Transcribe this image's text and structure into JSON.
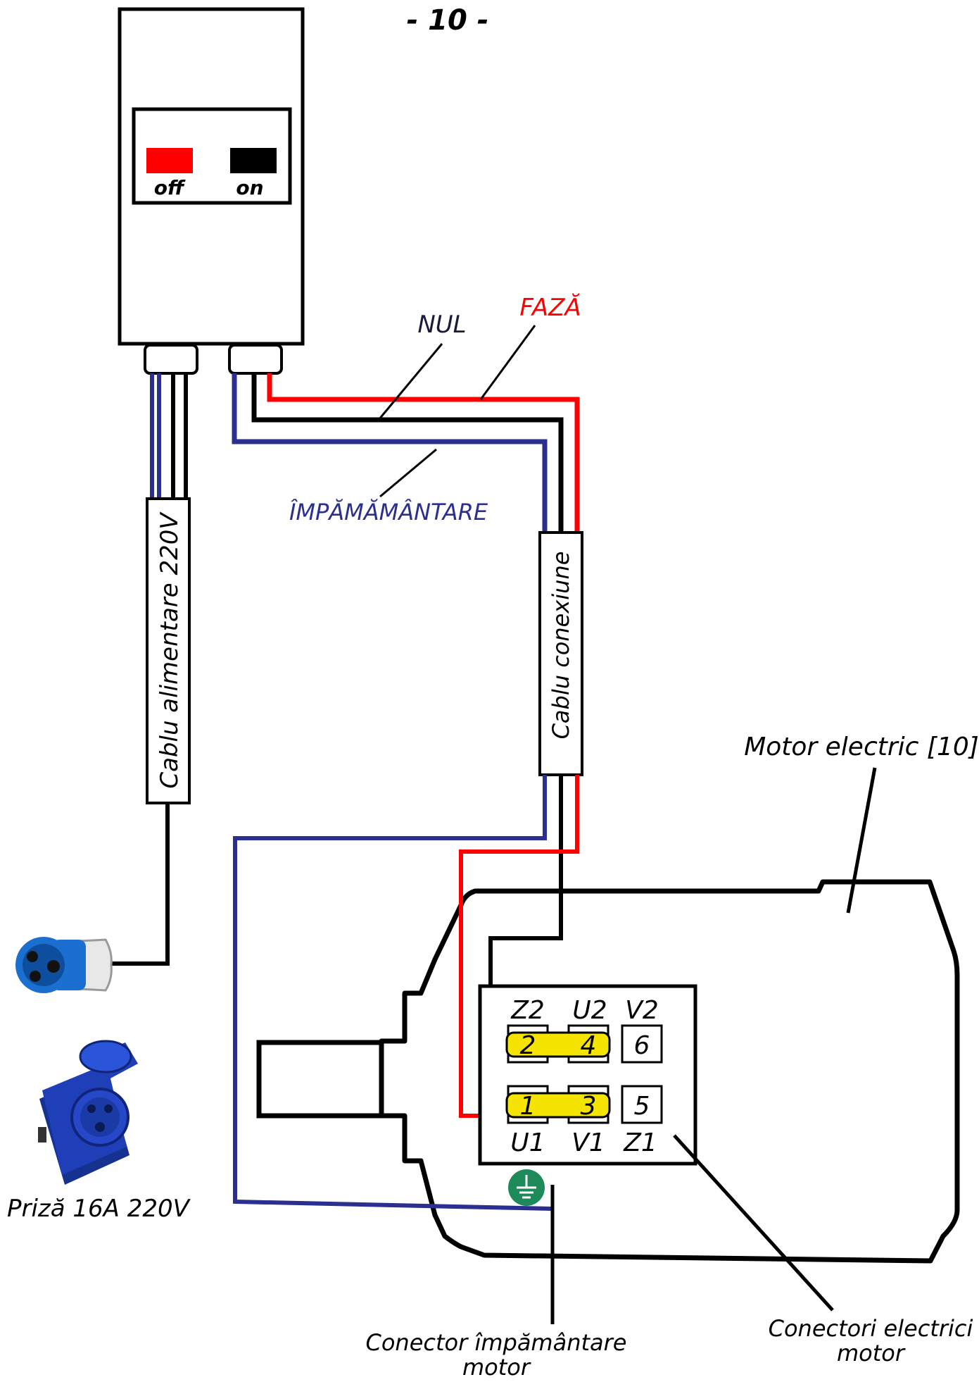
{
  "page_number": "- 10 -",
  "switch_box": {
    "off_label": "off",
    "on_label": "on",
    "off_color": "#ff0000",
    "on_color": "#000000"
  },
  "wires": {
    "nul_label": "NUL",
    "faza_label": "FAZĂ",
    "impamantare_label": "ÎMPĂMĂMÂNTARE",
    "nul_color": "#000000",
    "faza_color": "#ff0000",
    "impamantare_color": "#2b2f8f"
  },
  "cables": {
    "power_cable_label": "Cablu alimentare 220V",
    "connection_cable_label": "Cablu conexiune"
  },
  "plug": {
    "socket_label": "Priză 16A 220V",
    "plug_color": "#1a6fd0",
    "socket_color": "#1f3fb8"
  },
  "motor": {
    "title": "Motor electric [10]",
    "terminals_top_labels": [
      "Z2",
      "U2",
      "V2"
    ],
    "terminals_top_numbers": [
      "2",
      "4",
      "6"
    ],
    "terminals_bottom_numbers": [
      "1",
      "3",
      "5"
    ],
    "terminals_bottom_labels": [
      "U1",
      "V1",
      "Z1"
    ],
    "bridge_color": "#f5e400",
    "ground_symbol_color": "#1e8a5a"
  },
  "callouts": {
    "ground_connector_line1": "Conector împământare",
    "ground_connector_line2": "motor",
    "electric_connectors_line1": "Conectori electrici",
    "electric_connectors_line2": "motor"
  }
}
